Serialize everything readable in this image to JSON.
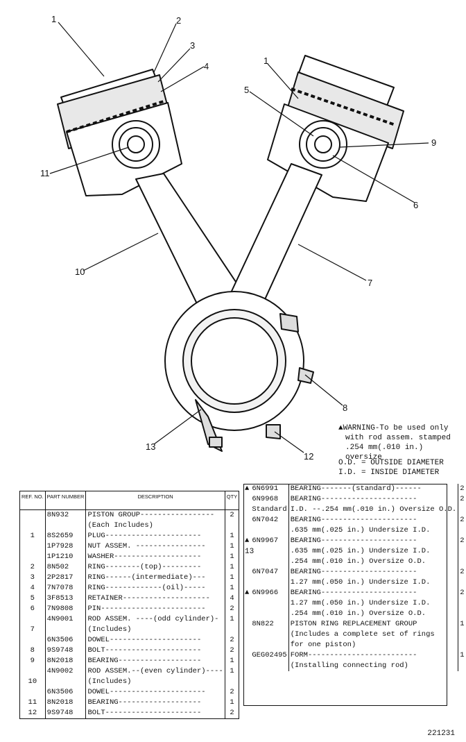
{
  "callouts": [
    "1",
    "2",
    "3",
    "4",
    "1",
    "5",
    "9",
    "6",
    "11",
    "10",
    "7",
    "8",
    "13",
    "12"
  ],
  "notes": {
    "warning_line1": "▲WARNING-To be used only",
    "warning_line2": "with rod assem. stamped",
    "warning_line3": ".254 mm(.010 in.) oversize",
    "od": "O.D. = OUTSIDE DIAMETER",
    "id": "I.D. = INSIDE DIAMETER"
  },
  "left_table": {
    "headers": {
      "ref": "REF. NO.",
      "part": "PART NUMBER",
      "desc": "DESCRIPTION",
      "qty": "QTY"
    },
    "rows": [
      {
        "ref": "",
        "part": "8N932",
        "desc": "PISTON GROUP-----------------",
        "qty": "2"
      },
      {
        "ref": "",
        "part": "",
        "desc": "(Each Includes)",
        "qty": ""
      },
      {
        "ref": "1",
        "part": "8S2659",
        "desc": "PLUG----------------------",
        "qty": "1"
      },
      {
        "ref": "",
        "part": "1P7928",
        "desc": "NUT ASSEM. ----------------",
        "qty": "1"
      },
      {
        "ref": "",
        "part": "1P1210",
        "desc": "WASHER--------------------",
        "qty": "1"
      },
      {
        "ref": "2",
        "part": "8N502",
        "desc": "RING--------(top)---------",
        "qty": "1"
      },
      {
        "ref": "3",
        "part": "2P2817",
        "desc": "RING------(intermediate)---",
        "qty": "1"
      },
      {
        "ref": "4",
        "part": "7N7078",
        "desc": "RING-------------(oil)-----",
        "qty": "1"
      },
      {
        "ref": "5",
        "part": "3F8513",
        "desc": "RETAINER--------------------",
        "qty": "4"
      },
      {
        "ref": "6",
        "part": "7N9808",
        "desc": "PIN------------------------",
        "qty": "2"
      },
      {
        "ref": "",
        "part": "4N9001",
        "desc": "ROD ASSEM. ----(odd cylinder)-",
        "qty": "1"
      },
      {
        "ref": "7",
        "part": "",
        "desc": "(Includes)",
        "qty": ""
      },
      {
        "ref": "",
        "part": "6N3506",
        "desc": "DOWEL---------------------",
        "qty": "2"
      },
      {
        "ref": "8",
        "part": "9S9748",
        "desc": "BOLT----------------------",
        "qty": "2"
      },
      {
        "ref": "9",
        "part": "8N2018",
        "desc": "BEARING-------------------",
        "qty": "1"
      },
      {
        "ref": "",
        "part": "4N9002",
        "desc": "ROD ASSEM.--(even cylinder)----",
        "qty": "1"
      },
      {
        "ref": "10",
        "part": "",
        "desc": "(Includes)",
        "qty": ""
      },
      {
        "ref": "",
        "part": "6N3506",
        "desc": "DOWEL----------------------",
        "qty": "2"
      },
      {
        "ref": "11",
        "part": "8N2018",
        "desc": "BEARING-------------------",
        "qty": "1"
      },
      {
        "ref": "12",
        "part": "9S9748",
        "desc": "BOLT----------------------",
        "qty": "2"
      }
    ]
  },
  "right_table": {
    "ref13": "13",
    "rows": [
      {
        "mark": "▲",
        "part": "6N6991",
        "desc": "BEARING-------(standard)------",
        "qty": "2"
      },
      {
        "mark": "",
        "part": "6N9968",
        "desc": "BEARING----------------------",
        "qty": "2"
      },
      {
        "mark": "",
        "part": "Standard",
        "desc": "I.D. --.254 mm(.010 in.) Oversize O.D.",
        "qty": ""
      },
      {
        "mark": "",
        "part": "6N7042",
        "desc": "BEARING----------------------",
        "qty": "2"
      },
      {
        "mark": "",
        "part": "",
        "desc": ".635 mm(.025 in.) Undersize I.D.",
        "qty": ""
      },
      {
        "mark": "▲",
        "part": "6N9967",
        "desc": "BEARING----------------------",
        "qty": "2"
      },
      {
        "mark": "",
        "part": "",
        "desc": ".635 mm(.025 in.) Undersize I.D.",
        "qty": ""
      },
      {
        "mark": "",
        "part": "",
        "desc": ".254 mm(.010 in.) Oversize O.D.",
        "qty": ""
      },
      {
        "mark": "",
        "part": "6N7047",
        "desc": "BEARING----------------------",
        "qty": "2"
      },
      {
        "mark": "",
        "part": "",
        "desc": "1.27 mm(.050 in.) Undersize I.D.",
        "qty": ""
      },
      {
        "mark": "▲",
        "part": "6N9966",
        "desc": "BEARING----------------------",
        "qty": "2"
      },
      {
        "mark": "",
        "part": "",
        "desc": "1.27 mm(.050 in.) Undersize I.D.",
        "qty": ""
      },
      {
        "mark": "",
        "part": "",
        "desc": ".254 mm(.010 in.) Oversize O.D.",
        "qty": ""
      },
      {
        "mark": "",
        "part": "",
        "desc": "",
        "qty": ""
      },
      {
        "mark": "",
        "part": "",
        "desc": "",
        "qty": ""
      },
      {
        "mark": "",
        "part": "8N822",
        "desc": "PISTON RING REPLACEMENT GROUP",
        "qty": "1"
      },
      {
        "mark": "",
        "part": "",
        "desc": "(Includes a complete set of rings",
        "qty": ""
      },
      {
        "mark": "",
        "part": "",
        "desc": "for one piston)",
        "qty": ""
      },
      {
        "mark": "",
        "part": "",
        "desc": "",
        "qty": ""
      },
      {
        "mark": "",
        "part": "",
        "desc": "",
        "qty": ""
      },
      {
        "mark": "",
        "part": "GEG02495",
        "desc": "FORM-------------------------",
        "qty": "1"
      },
      {
        "mark": "",
        "part": "",
        "desc": "(Installing connecting rod)",
        "qty": ""
      }
    ]
  },
  "image_number": "221231"
}
